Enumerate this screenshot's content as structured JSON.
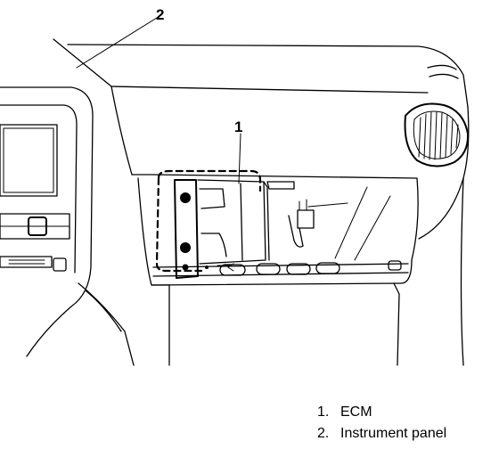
{
  "diagram": {
    "callouts": [
      {
        "id": "1",
        "label": "1"
      },
      {
        "id": "2",
        "label": "2"
      }
    ],
    "legend": [
      {
        "num": "1.",
        "text": "ECM"
      },
      {
        "num": "2.",
        "text": "Instrument panel"
      }
    ]
  }
}
